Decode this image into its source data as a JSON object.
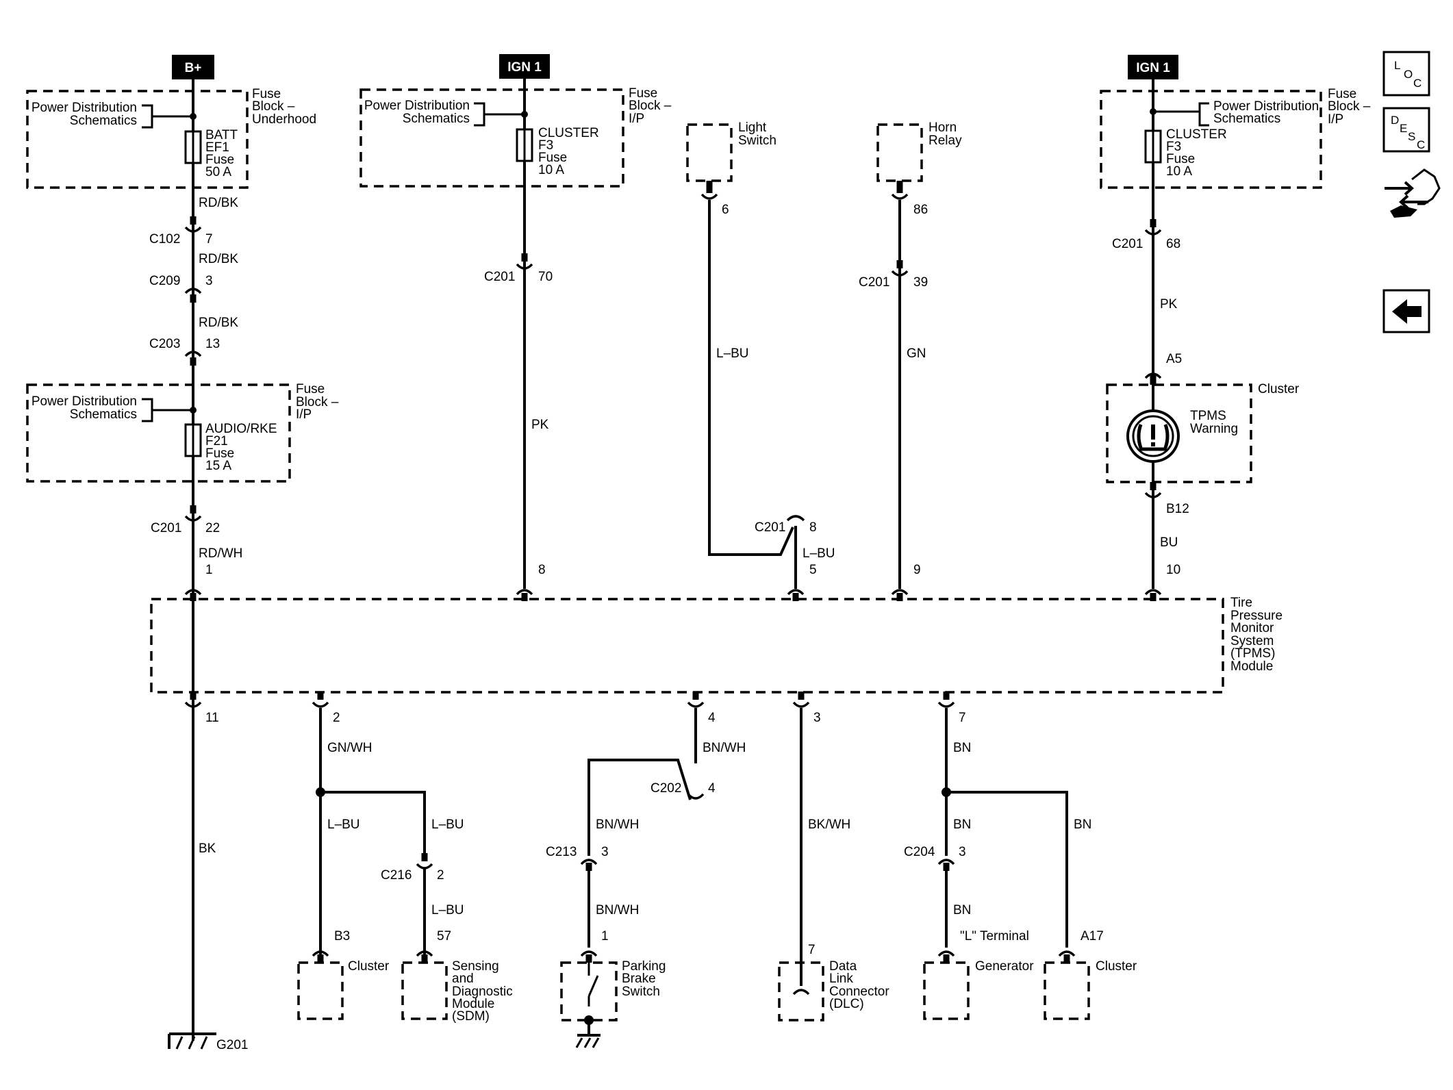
{
  "power": {
    "batt": "B+",
    "ign_left": "IGN 1",
    "ign_right": "IGN 1"
  },
  "nav": {
    "loc": [
      "L",
      "O",
      "C"
    ],
    "desc": [
      "D",
      "E",
      "S",
      "C"
    ],
    "icons": [
      "loc-icon",
      "desc-icon",
      "connector-hand-icon",
      "back-arrow-icon"
    ]
  },
  "labels": {
    "pds": [
      "Power Distribution",
      "Schematics"
    ],
    "fb_underhood": [
      "Fuse",
      "Block –",
      "Underhood"
    ],
    "fb_ip": [
      "Fuse",
      "Block –",
      "I/P"
    ],
    "fuse_batt": [
      "BATT",
      "EF1",
      "Fuse",
      "50 A"
    ],
    "fuse_audio": [
      "AUDIO/RKE",
      "F21",
      "Fuse",
      "15 A"
    ],
    "fuse_cluster": [
      "CLUSTER",
      "F3",
      "Fuse",
      "10 A"
    ],
    "light_switch": [
      "Light",
      "Switch"
    ],
    "horn_relay": [
      "Horn",
      "Relay"
    ],
    "cluster": "Cluster",
    "tpms_warning": [
      "TPMS",
      "Warning"
    ],
    "tpms_module": [
      "Tire",
      "Pressure",
      "Monitor",
      "System",
      "(TPMS)",
      "Module"
    ],
    "sdm": [
      "Sensing",
      "and",
      "Diagnostic",
      "Module",
      "(SDM)"
    ],
    "parking_brake": [
      "Parking",
      "Brake",
      "Switch"
    ],
    "dlc": [
      "Data",
      "Link",
      "Connector",
      "(DLC)"
    ],
    "generator": "Generator",
    "l_terminal": "\"L\" Terminal",
    "ground": "G201"
  },
  "wires": {
    "rdbk": "RD/BK",
    "rdwh": "RD/WH",
    "pk": "PK",
    "lbu": "L–BU",
    "gn": "GN",
    "bu": "BU",
    "bk": "BK",
    "gnwh": "GN/WH",
    "bnwh": "BN/WH",
    "bkwh": "BK/WH",
    "bn": "BN"
  },
  "connectors": {
    "c102": "C102",
    "c209": "C209",
    "c203": "C203",
    "c201": "C201",
    "c202": "C202",
    "c213": "C213",
    "c216": "C216",
    "c204": "C204"
  },
  "pins": {
    "p7": "7",
    "p3": "3",
    "p13": "13",
    "p22": "22",
    "p1": "1",
    "p70": "70",
    "p8": "8",
    "p6": "6",
    "p5": "5",
    "p86": "86",
    "p39": "39",
    "p9": "9",
    "p68": "68",
    "a5": "A5",
    "b12": "B12",
    "p10": "10",
    "p11": "11",
    "p2": "2",
    "p4": "4",
    "b3": "B3",
    "p57": "57",
    "a17": "A17"
  }
}
